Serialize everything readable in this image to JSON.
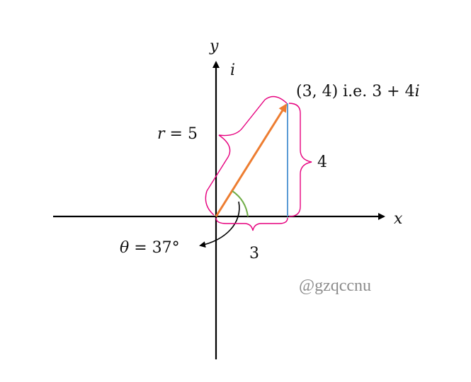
{
  "axes": {
    "x_label": "x",
    "y_label": "y",
    "imag_label": "i"
  },
  "point_label": {
    "coords": "(3, 4)",
    "ie": " i.e. ",
    "complex_real": "3 + 4",
    "complex_imag": "i"
  },
  "labels": {
    "r_var": "r",
    "r_rest": " = 5",
    "theta_var": "θ",
    "theta_rest": " = 37°",
    "horizontal": "3",
    "vertical": "4"
  },
  "watermark": "@gzqccnu",
  "colors": {
    "axis": "#000000",
    "vector": "#ED7D31",
    "vertical_segment": "#5B9BD5",
    "braces": "#E6007E",
    "angle_arc": "#70AD47",
    "watermark": "#8c8c8c"
  },
  "icons": {
    "vector_head": "arrow-head",
    "axis_heads": "arrow-head"
  }
}
